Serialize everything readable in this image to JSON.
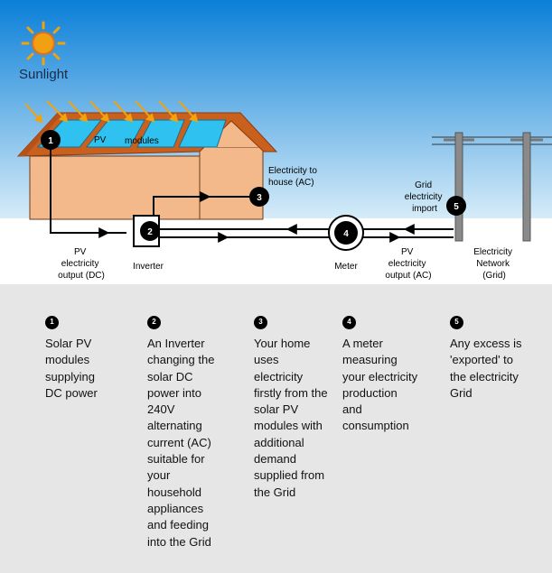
{
  "labels": {
    "sunlight": "Sunlight",
    "pv": "PV",
    "modules": "modules",
    "electricity_to_house": [
      "Electricity to",
      "house (AC)"
    ],
    "grid_electricity_import": [
      "Grid",
      "electricity",
      "import"
    ],
    "pv_output_dc": [
      "PV",
      "electricity",
      "output (DC)"
    ],
    "inverter": "Inverter",
    "meter": "Meter",
    "pv_output_ac": [
      "PV",
      "electricity",
      "output (AC)"
    ],
    "electricity_network": [
      "Electricity",
      "Network",
      "(Grid)"
    ]
  },
  "badges": [
    "1",
    "2",
    "3",
    "4",
    "5"
  ],
  "steps": [
    {
      "num": "1",
      "text": "Solar PV\nmodules\nsupplying\nDC power"
    },
    {
      "num": "2",
      "text": "An Inverter\nchanging the\nsolar DC\npower into\n240V\nalternating\ncurrent (AC)\nsuitable for\nyour\nhousehold\nappliances\nand feeding\ninto the Grid"
    },
    {
      "num": "3",
      "text": "Your home\nuses\nelectricity\nfirstly from the\nsolar PV\nmodules with\nadditional\ndemand\nsupplied from\nthe Grid"
    },
    {
      "num": "4",
      "text": "A meter\nmeasuring\nyour electricity\nproduction\nand\nconsumption"
    },
    {
      "num": "5",
      "text": "Any excess is\n'exported' to\nthe electricity\nGrid"
    }
  ],
  "colors": {
    "sky_top": "#0a7fd8",
    "sky_bottom": "#cfe8f7",
    "house_wall": "#f4b98a",
    "roof": "#c9601d",
    "panel": "#2fc1ef",
    "sun": "#f2a20c",
    "panel_bg": "#e6e6e6"
  }
}
